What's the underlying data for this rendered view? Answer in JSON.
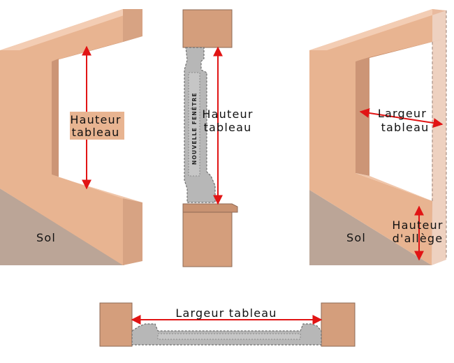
{
  "colors": {
    "wall_front": "#E8B491",
    "wall_top": "#F3CDB4",
    "wall_shadow": "#CC9576",
    "wall_inner": "#D8A686",
    "floor": "#BBA597",
    "frame": "#B7B7B7",
    "frame_dark": "#6E6E6E",
    "arrow": "#E11414"
  },
  "labels": {
    "panel1_height_line1": "Hauteur",
    "panel1_height_line2": "tableau",
    "panel1_floor": "Sol",
    "panel2_height_line1": "Hauteur",
    "panel2_height_line2": "tableau",
    "panel2_frame": "NOUVELLE FENÊTRE",
    "panel3_width_line1": "Largeur",
    "panel3_width_line2": "tableau",
    "panel3_sill_line1": "Hauteur",
    "panel3_sill_line2": "d'allège",
    "panel3_floor": "Sol",
    "panel4_width": "Largeur tableau"
  }
}
